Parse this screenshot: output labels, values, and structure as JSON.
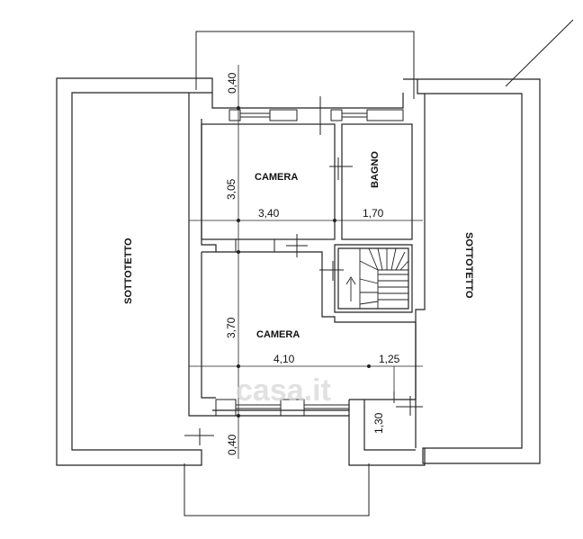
{
  "rooms": {
    "camera_top": "CAMERA",
    "bagno": "BAGNO",
    "camera_bottom": "CAMERA",
    "sottotetto_left": "SOTTOTETTO",
    "sottotetto_right": "SOTTOTETTO"
  },
  "dimensions": {
    "top_balcony": "0,40",
    "camera_top_height": "3,05",
    "camera_top_width": "3,40",
    "bagno_width": "1,70",
    "camera_bottom_height": "3,70",
    "camera_bottom_width": "4,10",
    "stair_landing_width": "1,25",
    "small_room_height": "1,30",
    "bottom_balcony": "0,40"
  },
  "watermark": "casa.it"
}
